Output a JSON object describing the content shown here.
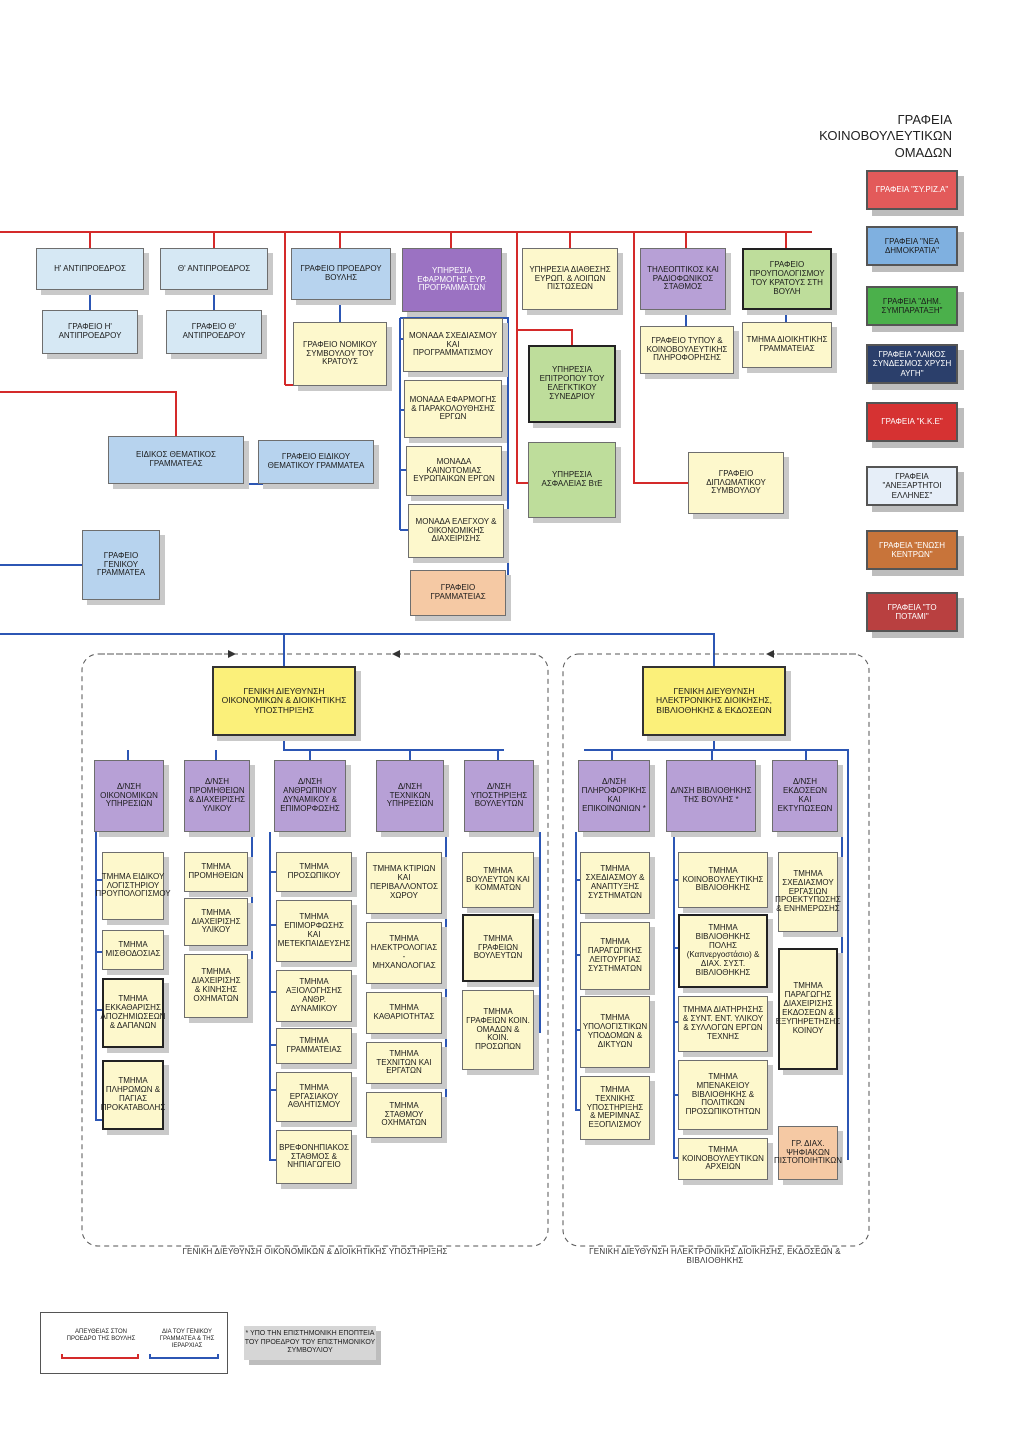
{
  "parties": {
    "title": "ΓΡΑΦΕΙΑ\nΚΟΙΝΟΒΟΥΛΕΥΤΙΚΩΝ\nΟΜΑΔΩΝ",
    "items": [
      {
        "label": "ΓΡΑΦΕΙΑ \"ΣΥ.ΡΙΖ.Α\"",
        "color": "#e35a5a"
      },
      {
        "label": "ΓΡΑΦΕΙΑ \"ΝΕΑ ΔΗΜΟΚΡΑΤΙΑ\"",
        "color": "#7fb0e0"
      },
      {
        "label": "ΓΡΑΦΕΙΑ \"ΔΗΜ. ΣΥΜΠΑΡΑΤΑΞΗ\"",
        "color": "#4bb04b"
      },
      {
        "label": "ΓΡΑΦΕΙΑ \"ΛΑΙΚΟΣ ΣΥΝΔΕΣΜΟΣ ΧΡΥΣΗ ΑΥΓΗ\"",
        "color": "#2b3f6b"
      },
      {
        "label": "ΓΡΑΦΕΙΑ \"Κ.Κ.Ε\"",
        "color": "#d63232"
      },
      {
        "label": "ΓΡΑΦΕΙΑ \"ΑΝΕΞΑΡΤΗΤΟΙ ΕΛΛΗΝΕΣ\"",
        "color": "#e6eef8"
      },
      {
        "label": "ΓΡΑΦΕΙΑ \"ΕΝΩΣΗ ΚΕΝΤΡΩΝ\"",
        "color": "#c8743a"
      },
      {
        "label": "ΓΡΑΦΕΙΑ \"ΤΟ ΠΟΤΑΜΙ\"",
        "color": "#b94040"
      }
    ]
  },
  "top": {
    "vp_h": "Η' ΑΝΤΙΠΡΟΕΔΡΟΣ",
    "vp_th": "Θ' ΑΝΤΙΠΡΟΕΔΡΟΣ",
    "office_vp_h": "ΓΡΑΦΕΙΟ Η' ΑΝΤΙΠΡΟΕΔΡΟΥ",
    "office_vp_th": "ΓΡΑΦΕΙΟ Θ' ΑΝΤΙΠΡΟΕΔΡΟΥ",
    "president_office": "ΓΡΑΦΕΙΟ ΠΡΟΕΔΡΟΥ ΒΟΥΛΗΣ",
    "legal_advisor": "ΓΡΑΦΕΙΟ ΝΟΜΙΚΟΥ ΣΥΜΒΟΥΛΟΥ ΤΟΥ ΚΡΑΤΟΥΣ",
    "eu_programs_service": "ΥΠΗΡΕΣΙΑ ΕΦΑΡΜΟΓΗΣ ΕΥΡ. ΠΡΟΓΡΑΜΜΑΤΩΝ",
    "unit_planning": "ΜΟΝΑΔΑ ΣΧΕΔΙΑΣΜΟΥ ΚΑΙ ΠΡΟΓΡΑΜΜΑΤΙΣΜΟΥ",
    "unit_monitoring": "ΜΟΝΑΔΑ ΕΦΑΡΜΟΓΗΣ & ΠΑΡΑΚΟΛΟΥΘΗΣΗΣ ΕΡΓΩΝ",
    "unit_innovation": "ΜΟΝΑΔΑ ΚΑΙΝΟΤΟΜΙΑΣ ΕΥΡΩΠΑΙΚΩΝ ΕΡΓΩΝ",
    "unit_control": "ΜΟΝΑΔΑ ΕΛΕΓΧΟΥ & ΟΙΚΟΝΟΜΙΚΗΣ ΔΙΑΧΕΙΡΙΣΗΣ",
    "secretariat_office": "ΓΡΑΦΕΙΟ ΓΡΑΜΜΑΤΕΙΑΣ",
    "credits_service": "ΥΠΗΡΕΣΙΑ ΔΙΑΘΕΣΗΣ ΕΥΡΩΠ. & ΛΟΙΠΩΝ ΠΙΣΤΩΣΕΩΝ",
    "audit_committee": "ΥΠΗΡΕΣΙΑ ΕΠΙΤΡΟΠΟΥ ΤΟΥ ΕΛΕΓΚΤΙΚΟΥ ΣΥΝΕΔΡΙΟΥ",
    "security_service": "ΥΠΗΡΕΣΙΑ ΑΣΦΑΛΕΙΑΣ ΒτΕ",
    "tv_station": "ΤΗΛΕΟΠΤΙΚΟΣ ΚΑΙ ΡΑΔΙΟΦΩΝΙΚΟΣ ΣΤΑΘΜΟΣ",
    "press_office": "ΓΡΑΦΕΙΟ ΤΥΠΟΥ & ΚΟΙΝΟΒΟΥΛΕΥΤΙΚΗΣ ΠΛΗΡΟΦΟΡΗΣΗΣ",
    "diplomatic_advisor": "ΓΡΑΦΕΙΟ ΔΙΠΛΩΜΑΤΙΚΟΥ ΣΥΜΒΟΥΛΟΥ",
    "budget_office": "ΓΡΑΦΕΙΟ ΠΡΟΥΠΟΛΟΓΙΣΜΟΥ ΤΟΥ ΚΡΑΤΟΥΣ ΣΤΗ ΒΟΥΛΗ",
    "admin_secretariat": "ΤΜΗΜΑ ΔΙΟΙΚΗΤΙΚΗΣ ΓΡΑΜΜΑΤΕΙΑΣ",
    "special_secretary": "ΕΙΔΙΚΟΣ ΘΕΜΑΤΙΚΟΣ ΓΡΑΜΜΑΤΕΑΣ",
    "special_secretary_office": "ΓΡΑΦΕΙΟ ΕΙΔΙΚΟΥ ΘΕΜΑΤΙΚΟΥ ΓΡΑΜΜΑΤΕΑ",
    "secretary_general_office": "ΓΡΑΦΕΙΟ ΓΕΝΙΚΟΥ ΓΡΑΜΜΑΤΕΑ"
  },
  "gd_finance": {
    "title": "ΓΕΝΙΚΗ ΔΙΕΥΘΥΝΣΗ ΟΙΚΟΝΟΜΙΚΩΝ & ΔΙΟΙΚΗΤΙΚΗΣ ΥΠΟΣΤΗΡΙΞΗΣ",
    "group_label": "ΓΕΝΙΚΗ ΔΙΕΥΘΥΝΣΗ ΟΙΚΟΝΟΜΙΚΩΝ & ΔΙΟΙΚΗΤΙΚΗΣ ΥΠΟΣΤΗΡΙΞΗΣ",
    "directorates": [
      {
        "label": "Δ/ΝΣΗ ΟΙΚΟΝΟΜΙΚΩΝ ΥΠΗΡΕΣΙΩΝ",
        "sections": [
          "ΤΜΗΜΑ ΕΙΔΙΚΟΥ ΛΟΓΙΣΤΗΡΙΟΥ ΠΡΟΥΠΟΛΟΓΙΣΜΟΥ",
          "ΤΜΗΜΑ ΜΙΣΘΟΔΟΣΙΑΣ",
          "ΤΜΗΜΑ ΕΚΚΑΘΑΡΙΣΗΣ ΑΠΟΖΗΜΙΩΣΕΩΝ & ΔΑΠΑΝΩΝ",
          "ΤΜΗΜΑ ΠΛΗΡΩΜΩΝ & ΠΑΓΙΑΣ ΠΡΟΚΑΤΑΒΟΛΗΣ"
        ]
      },
      {
        "label": "Δ/ΝΣΗ ΠΡΟΜΗΘΕΙΩΝ & ΔΙΑΧΕΙΡΙΣΗΣ ΥΛΙΚΟΥ",
        "sections": [
          "ΤΜΗΜΑ ΠΡΟΜΗΘΕΙΩΝ",
          "ΤΜΗΜΑ ΔΙΑΧΕΙΡΙΣΗΣ ΥΛΙΚΟΥ",
          "ΤΜΗΜΑ ΔΙΑΧΕΙΡΙΣΗΣ & ΚΙΝΗΣΗΣ ΟΧΗΜΑΤΩΝ"
        ]
      },
      {
        "label": "Δ/ΝΣΗ ΑΝΘΡΩΠΙΝΟΥ ΔΥΝΑΜΙΚΟΥ & ΕΠΙΜΟΡΦΩΣΗΣ",
        "sections": [
          "ΤΜΗΜΑ ΠΡΟΣΩΠΙΚΟΥ",
          "ΤΜΗΜΑ ΕΠΙΜΟΡΦΩΣΗΣ ΚΑΙ ΜΕΤΕΚΠΑΙΔΕΥΣΗΣ",
          "ΤΜΗΜΑ ΑΞΙΟΛΟΓΗΣΗΣ ΑΝΘΡ. ΔΥΝΑΜΙΚΟΥ",
          "ΤΜΗΜΑ ΓΡΑΜΜΑΤΕΙΑΣ",
          "ΤΜΗΜΑ ΕΡΓΑΣΙΑΚΟΥ ΑΘΛΗΤΙΣΜΟΥ",
          "ΒΡΕΦΟΝΗΠΙΑΚΟΣ ΣΤΑΘΜΟΣ & ΝΗΠΙΑΓΩΓΕΙΟ"
        ]
      },
      {
        "label": "Δ/ΝΣΗ ΤΕΧΝΙΚΩΝ ΥΠΗΡΕΣΙΩΝ",
        "sections": [
          "ΤΜΗΜΑ ΚΤΙΡΙΩΝ ΚΑΙ ΠΕΡΙΒΑΛΛΟΝΤΟΣ ΧΩΡΟΥ",
          "ΤΜΗΜΑ ΗΛΕΚΤΡΟΛΟΓΙΑΣ - ΜΗΧΑΝΟΛΟΓΙΑΣ",
          "ΤΜΗΜΑ ΚΑΘΑΡΙΟΤΗΤΑΣ",
          "ΤΜΗΜΑ ΤΕΧΝΙΤΩΝ ΚΑΙ ΕΡΓΑΤΩΝ",
          "ΤΜΗΜΑ ΣΤΑΘΜΟΥ ΟΧΗΜΑΤΩΝ"
        ]
      },
      {
        "label": "Δ/ΝΣΗ ΥΠΟΣΤΗΡΙΞΗΣ ΒΟΥΛΕΥΤΩΝ",
        "sections": [
          "ΤΜΗΜΑ ΒΟΥΛΕΥΤΩΝ ΚΑΙ ΚΟΜΜΑΤΩΝ",
          "ΤΜΗΜΑ ΓΡΑΦΕΙΩΝ ΒΟΥΛΕΥΤΩΝ",
          "ΤΜΗΜΑ ΓΡΑΦΕΙΩΝ ΚΟΙΝ. ΟΜΑΔΩΝ & ΚΟΙΝ. ΠΡΟΣΩΠΩΝ"
        ]
      }
    ]
  },
  "gd_electronic": {
    "title": "ΓΕΝΙΚΗ ΔΙΕΥΘΥΝΣΗ ΗΛΕΚΤΡΟΝΙΚΗΣ ΔΙΟΙΚΗΣΗΣ, ΒΙΒΛΙΟΘΗΚΗΣ & ΕΚΔΟΣΕΩΝ",
    "group_label": "ΓΕΝΙΚΗ ΔΙΕΥΘΥΝΣΗ ΗΛΕΚΤΡΟΝΙΚΗΣ ΔΙΟΙΚΗΣΗΣ, ΕΚΔΟΣΕΩΝ & ΒΙΒΛΙΟΘΗΚΗΣ",
    "directorates": [
      {
        "label": "Δ/ΝΣΗ ΠΛΗΡΟΦΟΡΙΚΗΣ ΚΑΙ ΕΠΙΚΟΙΝΩΝΙΩΝ *",
        "sections": [
          "ΤΜΗΜΑ ΣΧΕΔΙΑΣΜΟΥ & ΑΝΑΠΤΥΞΗΣ ΣΥΣΤΗΜΑΤΩΝ",
          "ΤΜΗΜΑ ΠΑΡΑΓΩΓΙΚΗΣ ΛΕΙΤΟΥΡΓΙΑΣ ΣΥΣΤΗΜΑΤΩΝ",
          "ΤΜΗΜΑ ΥΠΟΛΟΓΙΣΤΙΚΩΝ ΥΠΟΔΟΜΩΝ & ΔΙΚΤΥΩΝ",
          "ΤΜΗΜΑ ΤΕΧΝΙΚΗΣ ΥΠΟΣΤΗΡΙΞΗΣ & ΜΕΡΙΜΝΑΣ ΕΞΟΠΛΙΣΜΟΥ"
        ]
      },
      {
        "label": "Δ/ΝΣΗ ΒΙΒΛΙΟΘΗΚΗΣ ΤΗΣ ΒΟΥΛΗΣ *",
        "sections": [
          "ΤΜΗΜΑ ΚΟΙΝΟΒΟΥΛΕΥΤΙΚΗΣ ΒΙΒΛΙΟΘΗΚΗΣ",
          "ΤΜΗΜΑ ΒΙΒΛΙΟΘΗΚΗΣ ΠΟΛΗΣ (Καπνεργοστάσιο) & ΔΙΑΧ. ΣΥΣΤ. ΒΙΒΛΙΟΘΗΚΗΣ",
          "ΤΜΗΜΑ ΔΙΑΤΗΡΗΣΗΣ & ΣΥΝΤ. ΕΝΤ. ΥΛΙΚΟΥ & ΣΥΛΛΟΓΩΝ ΕΡΓΩΝ ΤΕΧΝΗΣ",
          "ΤΜΗΜΑ ΜΠΕΝΑΚΕΙΟΥ ΒΙΒΛΙΟΘΗΚΗΣ & ΠΟΛΙΤΙΚΩΝ ΠΡΟΣΩΠΙΚΟΤΗΤΩΝ",
          "ΤΜΗΜΑ ΚΟΙΝΟΒΟΥΛΕΥΤΙΚΩΝ ΑΡΧΕΙΩΝ"
        ]
      },
      {
        "label": "Δ/ΝΣΗ ΕΚΔΟΣΕΩΝ ΚΑΙ ΕΚΤΥΠΩΣΕΩΝ",
        "sections": [
          "ΤΜΗΜΑ ΣΧΕΔΙΑΣΜΟΥ ΕΡΓΑΣΙΩΝ ΠΡΟΕΚΤΥΠΩΣΗΣ & ΕΝΗΜΕΡΩΣΗΣ",
          "ΤΜΗΜΑ ΠΑΡΑΓΩΓΗΣ ΔΙΑΧΕΙΡΙΣΗΣ ΕΚΔΟΣΕΩΝ & ΕΞΥΠΗΡΕΤΗΣΗΣ ΚΟΙΝΟΥ",
          "ΓΡ. ΔΙΑΧ. ΨΗΦΙΑΚΩΝ ΠΙΣΤΟΠΟΙΗΤΙΚΩΝ"
        ]
      }
    ]
  },
  "legend": {
    "direct": "ΑΠΕΥΘΕΙΑΣ ΣΤΟΝ ΠΡΟΕΔΡΟ ΤΗΣ ΒΟΥΛΗΣ",
    "via_secretary": "ΔΙΑ ΤΟΥ ΓΕΝΙΚΟΥ ΓΡΑΜΜΑΤΕΑ & ΤΗΣ ΙΕΡΑΡΧΙΑΣ",
    "direct_color": "#d42a2a",
    "via_color": "#2c56b4",
    "note": "* ΥΠΟ ΤΗΝ ΕΠΙΣΤΗΜΟΝΙΚΗ ΕΠΟΠΤΕΙΑ ΤΟΥ ΠΡΟΕΔΡΟΥ ΤΟΥ ΕΠΙΣΤΗΜΟΝΙΚΟΥ ΣΥΜΒΟΥΛΙΟΥ"
  }
}
